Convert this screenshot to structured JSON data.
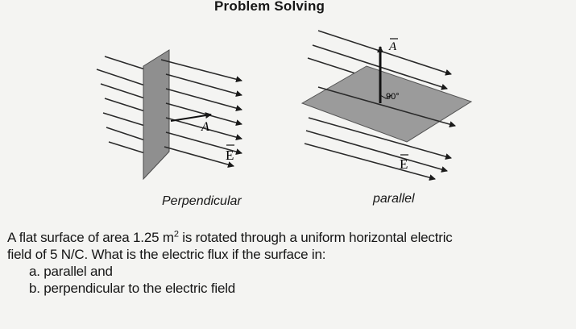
{
  "header": {
    "title": "Problem Solving"
  },
  "figure": {
    "left_caption": "Perpendicular",
    "right_caption": "parallel",
    "left_field_label": "E",
    "right_field_label": "E",
    "area_vector_label": "A",
    "angle_label": "90°"
  },
  "problem": {
    "line1_before": "A flat surface of area 1.25 m",
    "line1_sup": "2",
    "line1_after": " is rotated through a uniform horizontal electric",
    "line2": "field of 5 N/C. What is the electric flux if the surface in:",
    "items": [
      "a. parallel and",
      "b. perpendicular to the electric field"
    ]
  }
}
